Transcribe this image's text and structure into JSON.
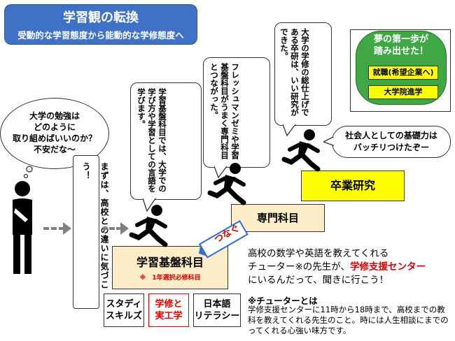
{
  "title": {
    "main": "学習観の転換",
    "sub": "受動的な学習態度から能動的な学修態度へ"
  },
  "student_bubble": [
    "大学の勉強は",
    "どのように",
    "取り組めばいいのか？",
    "不安だな～"
  ],
  "first_step_text": "まずは、高校との違いに気づこう！",
  "speech_kiban": "学習基盤科目では、大学での学び方や学習としての言語を学びます。",
  "speech_freshman": "フレッシュマンゼミや学習基盤科目がうまく専門科目とつながった。",
  "speech_sotsuken": "大学の学修の総仕上げである卒研は、いい研究ができた。",
  "goal": {
    "title_lines": [
      "夢の第一歩が",
      "踏み出せた！"
    ],
    "buttons": [
      "就職(希望企業へ)",
      "大学院進学"
    ]
  },
  "shakaijin_bubble": [
    "社会人としての基礎力は",
    "バッチリつけたぞー"
  ],
  "steps": {
    "sotsugyo": "卒業研究",
    "senmon": "専門科目",
    "kiban": "学習基盤科目",
    "kiban_note": "※　1年選択必修科目"
  },
  "tsunagu": "つなぐ",
  "sub_boxes": [
    {
      "line1": "スタディ",
      "line2": "スキルズ"
    },
    {
      "line1": "学修と",
      "line2": "実工学"
    },
    {
      "line1": "日本語",
      "line2": "リテラシー"
    }
  ],
  "tutor_message": {
    "line1": "高校の数学や英語を教えてくれる",
    "line2_pre": "チューター※の先生が、",
    "line2_red": "学修支援センター",
    "line3": "にいるんだって、聞きに行こう！"
  },
  "tutor_note": {
    "heading": "※チューターとは",
    "body": "学修支援センターに11時から18時まで、高校までの教科を教えてくれる先生のこと。時には人生相談にまでのってくれる心強い味方です。"
  },
  "colors": {
    "title_bg": "#3f71c6",
    "goal_green": "#3fa844",
    "highlight_yellow": "#ffff00",
    "step_fill": "#fdecc8",
    "tsunagu_blue": "#2f6fd6",
    "red": "#e00000"
  }
}
